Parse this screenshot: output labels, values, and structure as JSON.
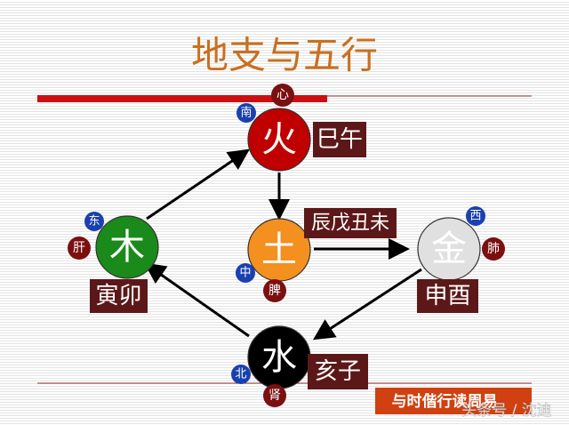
{
  "title": "地支与五行",
  "colors": {
    "title": "#c87020",
    "bar": "#cc1010",
    "label_box": "#5c1818",
    "organ": "#7a1010",
    "direction": "#1a40b0",
    "footer": "#d04010"
  },
  "elements": {
    "fire": {
      "name": "火",
      "branches": "巳午",
      "direction": "南",
      "organ": "心",
      "color": "#c00000"
    },
    "earth": {
      "name": "土",
      "branches": "辰戊丑未",
      "direction": "中",
      "organ": "脾",
      "color": "#f39020"
    },
    "wood": {
      "name": "木",
      "branches": "寅卯",
      "direction": "东",
      "organ": "肝",
      "color": "#1a8a1a"
    },
    "metal": {
      "name": "金",
      "branches": "申酉",
      "direction": "西",
      "organ": "肺",
      "color": "#e0e0e0"
    },
    "water": {
      "name": "水",
      "branches": "亥子",
      "direction": "北",
      "organ": "肾",
      "color": "#000000"
    }
  },
  "arrows": [
    [
      "wood",
      "fire"
    ],
    [
      "fire",
      "earth"
    ],
    [
      "earth",
      "metal"
    ],
    [
      "metal",
      "water"
    ],
    [
      "water",
      "wood"
    ]
  ],
  "footer": "与时偕行读周易",
  "watermark": "头条号 / 沈迪"
}
